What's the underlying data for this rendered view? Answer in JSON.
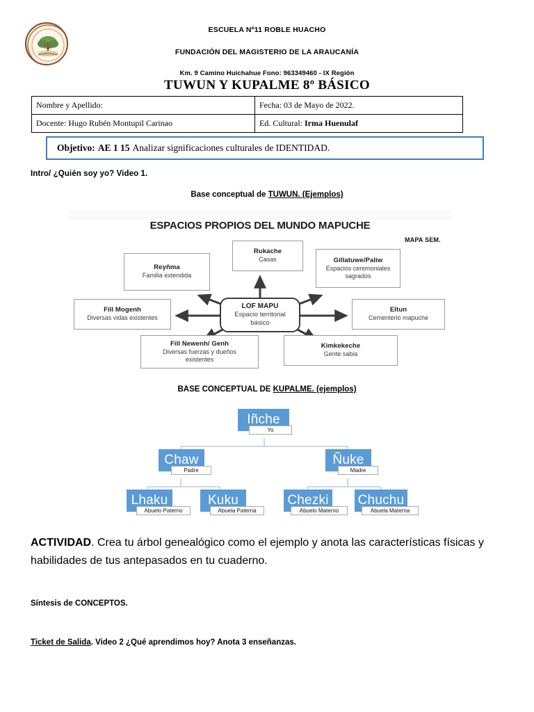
{
  "header": {
    "logo_alt": "school-crest-tree-emblem",
    "line1": "ESCUELA Nº11 ROBLE HUACHO",
    "line2": "FUNDACIÓN DEL MAGISTERIO DE LA ARAUCANÍA",
    "line3": "Km. 9 Camino Huichahue Fono: 963349460 - IX Región",
    "title": "TUWUN Y KUPALME 8º BÁSICO"
  },
  "info_table": {
    "rows": [
      {
        "left": "Nombre y Apellido:",
        "right_label": "Fecha: ",
        "right_value": "03 de Mayo de 2022."
      },
      {
        "left": "Docente: Hugo Rubén Montupil Carinao",
        "right_label": "Ed. Cultural: ",
        "right_value": "Irma Huenulaf"
      }
    ]
  },
  "objetivo": {
    "lead": "Objetivo:",
    "code": "AE 1 15",
    "text": "Analizar significaciones culturales de IDENTIDAD."
  },
  "intro": "Intro/ ¿Quién soy yo? Video 1.",
  "tuwun": {
    "heading_prefix": "Base conceptual de ",
    "heading_underlined": "TUWUN. (Ejemplos)",
    "figure_title": "ESPACIOS PROPIOS DEL MUNDO MAPUCHE",
    "corner_note": "MAPA SEM.",
    "center": {
      "title": "LOF MAPU",
      "sub1": "Espacio territorial",
      "sub2": "básico"
    },
    "nodes": [
      {
        "title": "Rukache",
        "sub": "Casas"
      },
      {
        "title": "Reyñma",
        "sub": "Familia extendida"
      },
      {
        "title": "Gillatuwe/Paliw",
        "sub": "Espacios ceremoniales sagrados"
      },
      {
        "title": "Fill Mogenh",
        "sub": "Diversas vidas existentes"
      },
      {
        "title": "Eltun",
        "sub": "Cementerio mapuche"
      },
      {
        "title": "Fill Newenh/ Genh",
        "sub": "Diversas fuerzas y dueños existentes"
      },
      {
        "title": "Kimkekeche",
        "sub": "Gente sabia"
      }
    ]
  },
  "kupalme": {
    "heading_prefix": "BASE CONCEPTUAL DE ",
    "heading_underlined": "KUPALME. (ejemplos)",
    "accent_color": "#5b9bd5",
    "tree": [
      {
        "name": "Iñche",
        "label": "Yo"
      },
      {
        "name": "Chaw",
        "label": "Padre"
      },
      {
        "name": "Ñuke",
        "label": "Madre"
      },
      {
        "name": "Lhaku",
        "label": "Abuelo Paterno"
      },
      {
        "name": "Kuku",
        "label": "Abuela Paterna"
      },
      {
        "name": "Chezki",
        "label": "Abuelo Materno"
      },
      {
        "name": "Chuchu",
        "label": "Abuela Materna"
      }
    ]
  },
  "bottom": {
    "actividad_lead": "ACTIVIDAD",
    "actividad_text": ". Crea tu árbol genealógico como el ejemplo y anota las características físicas y habilidades de tus antepasados en tu cuaderno.",
    "sintesis": "Síntesis de CONCEPTOS.",
    "ticket_underlined": "Ticket de Salida",
    "ticket_text": ". Video 2  ¿Qué aprendimos hoy?  Anota 3 enseñanzas."
  }
}
